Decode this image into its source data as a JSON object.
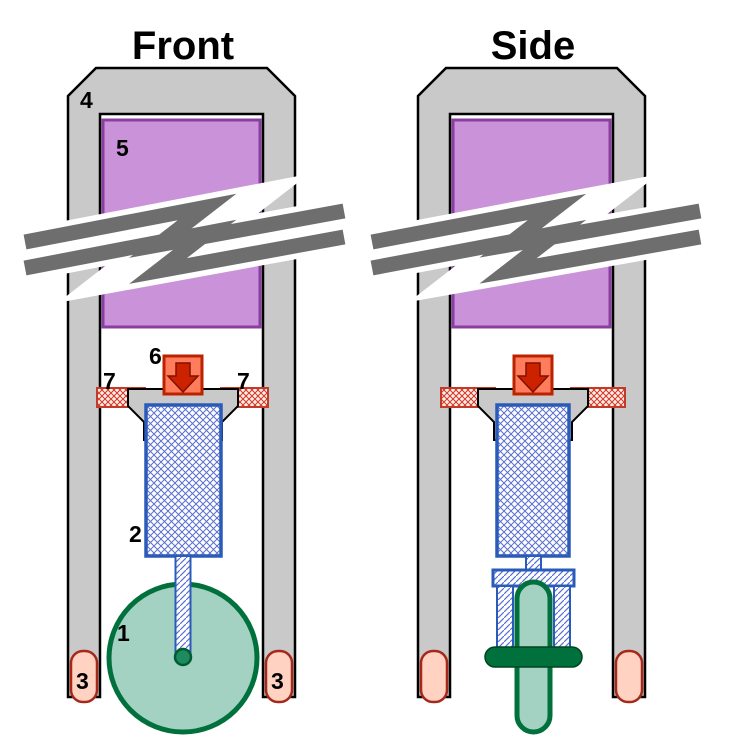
{
  "titles": {
    "front": "Front",
    "side": "Side"
  },
  "labels": {
    "wheel": "1",
    "ram": "2",
    "foot": "3",
    "frame": "4",
    "weight": "5",
    "force": "6",
    "cushion": "7"
  },
  "colors": {
    "background": "#ffffff",
    "outline": "#000000",
    "frame_fill": "#c9c9c9",
    "weight_fill": "#ca92d8",
    "weight_border": "#8a3fa0",
    "break_band": "#6e6e6e",
    "force_box_fill": "#ff7d5c",
    "force_box_border": "#bb2200",
    "force_arrow": "#cc2200",
    "cushion_fill_bg": "#ffeee8",
    "cushion_line": "#d03525",
    "ram_border": "#2b5bb8",
    "hatch_line": "#5a6fd0",
    "wheel_fill": "#a3d2c2",
    "wheel_border": "#00713c",
    "hub_fill": "#1d8a5f",
    "foot_fill": "#ffd2c2",
    "foot_border": "#a5281b"
  }
}
